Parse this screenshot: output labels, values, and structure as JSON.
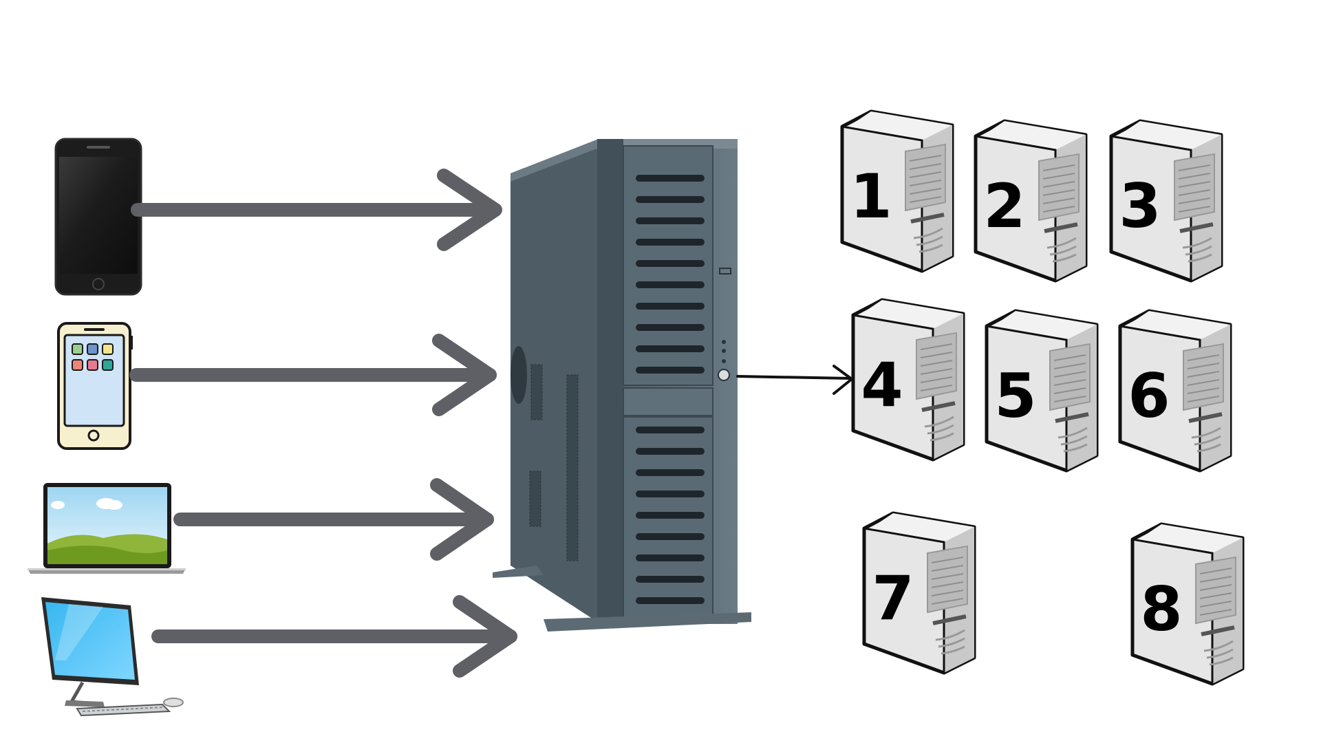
{
  "diagram": {
    "clients": [
      {
        "id": "smartphone",
        "icon": "smartphone-icon"
      },
      {
        "id": "tablet",
        "icon": "tablet-icon"
      },
      {
        "id": "laptop",
        "icon": "laptop-icon"
      },
      {
        "id": "desktop",
        "icon": "desktop-computer-icon"
      }
    ],
    "central": {
      "icon": "server-tower-icon"
    },
    "servers": [
      {
        "label": "1"
      },
      {
        "label": "2"
      },
      {
        "label": "3"
      },
      {
        "label": "4"
      },
      {
        "label": "5"
      },
      {
        "label": "6"
      },
      {
        "label": "7"
      },
      {
        "label": "8"
      }
    ],
    "colors": {
      "arrow": "#5f6066",
      "tower_body": "#4f5d66",
      "tower_front": "#5e6e78",
      "server_light": "#e6e6e6",
      "server_shade": "#c7c7c7",
      "outline": "#111111"
    }
  }
}
